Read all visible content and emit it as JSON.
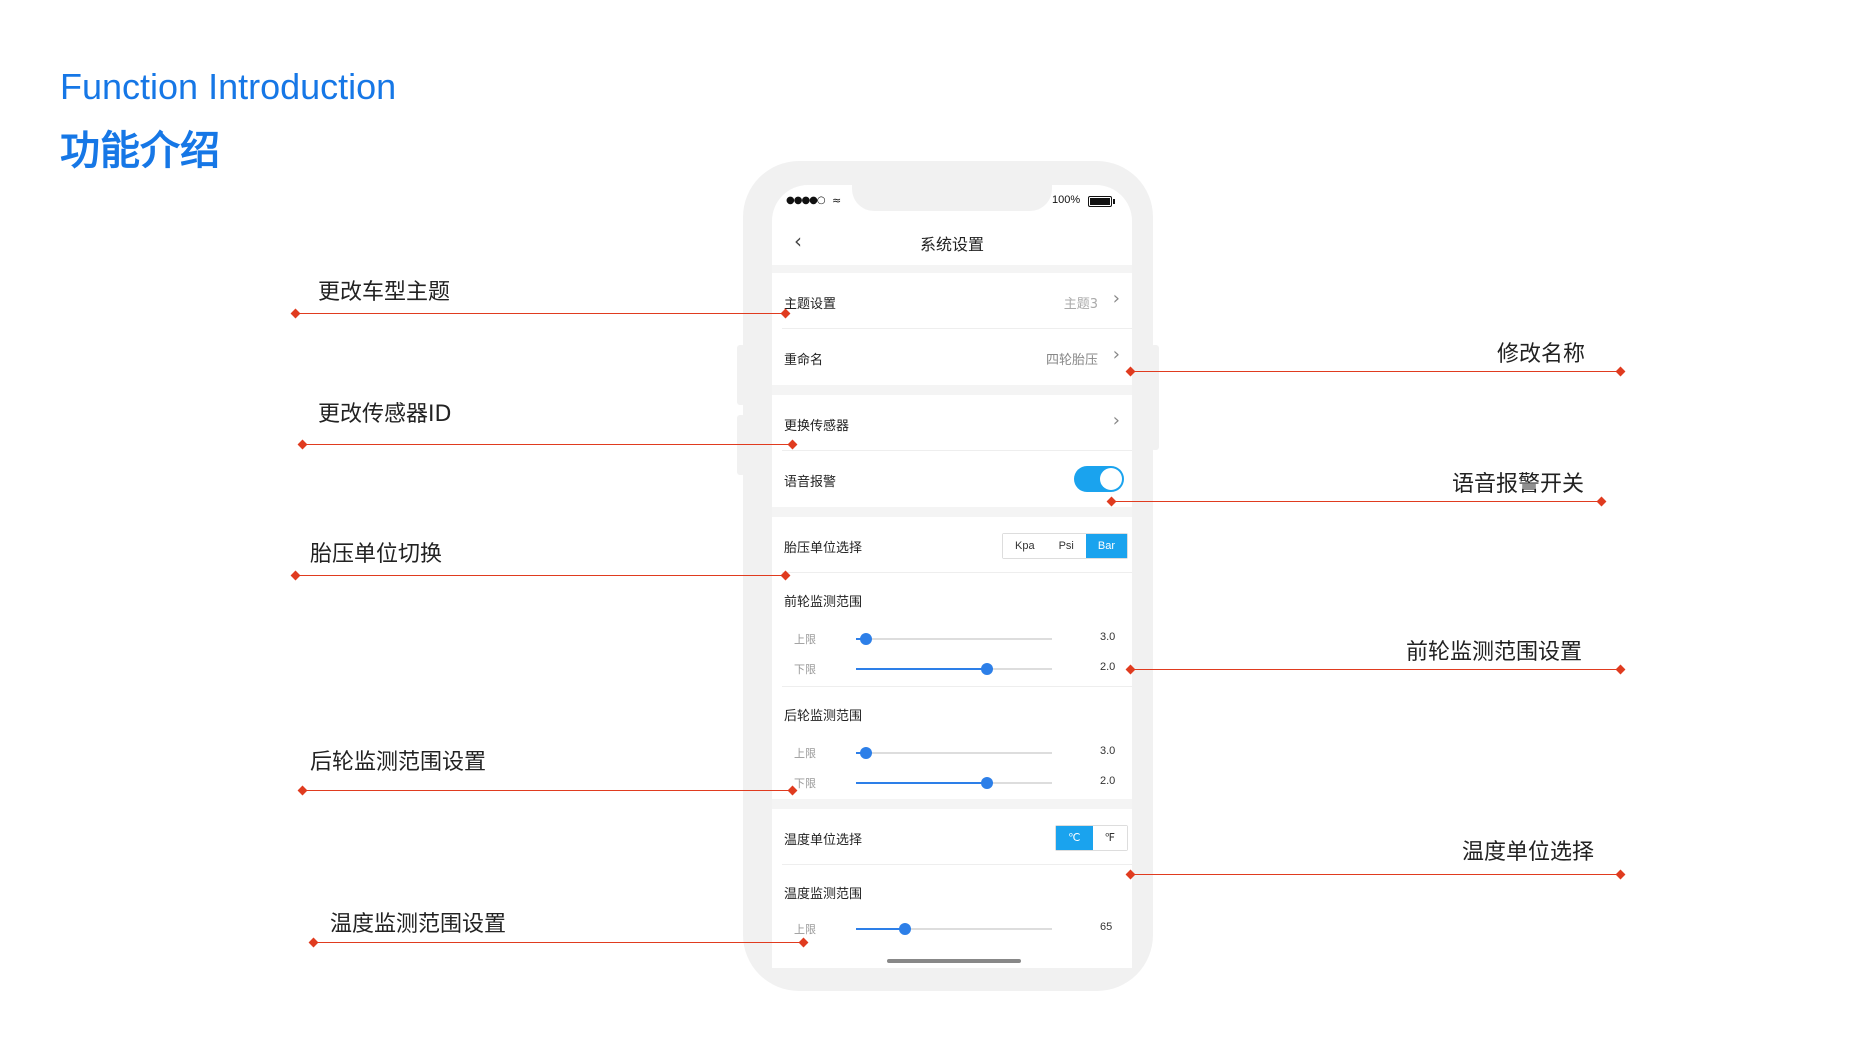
{
  "header": {
    "title_en": "Function Introduction",
    "title_zh": "功能介绍"
  },
  "status_bar": {
    "signal": "●●●●○",
    "battery": "100%"
  },
  "nav": {
    "title": "系统设置"
  },
  "settings": {
    "theme": {
      "label": "主题设置",
      "value": "主题3"
    },
    "rename": {
      "label": "重命名",
      "value": "四轮胎压"
    },
    "sensor": {
      "label": "更换传感器"
    },
    "voice": {
      "label": "语音报警",
      "enabled": true
    },
    "pressure_unit": {
      "label": "胎压单位选择",
      "options": [
        "Kpa",
        "Psi",
        "Bar"
      ],
      "selected": "Bar"
    },
    "front_range": {
      "title": "前轮监测范围",
      "upper": {
        "label": "上限",
        "value": "3.0",
        "level": 0.05
      },
      "lower": {
        "label": "下限",
        "value": "2.0",
        "level": 0.67
      }
    },
    "rear_range": {
      "title": "后轮监测范围",
      "upper": {
        "label": "上限",
        "value": "3.0",
        "level": 0.05
      },
      "lower": {
        "label": "下限",
        "value": "2.0",
        "level": 0.67
      }
    },
    "temp_unit": {
      "label": "温度单位选择",
      "options": [
        "℃",
        "℉"
      ],
      "selected": "℃"
    },
    "temp_range": {
      "title": "温度监测范围",
      "upper": {
        "label": "上限",
        "value": "65",
        "level": 0.25
      }
    }
  },
  "annotations": {
    "left": [
      "更改车型主题",
      "更改传感器ID",
      "胎压单位切换",
      "后轮监测范围设置",
      "温度监测范围设置"
    ],
    "right": [
      "修改名称",
      "语音报警开关",
      "前轮监测范围设置",
      "温度单位选择"
    ]
  },
  "colors": {
    "accent": "#1aa3ee",
    "slider": "#2d7fe8",
    "annotation": "#e03b1f",
    "header": "#1677e6"
  }
}
